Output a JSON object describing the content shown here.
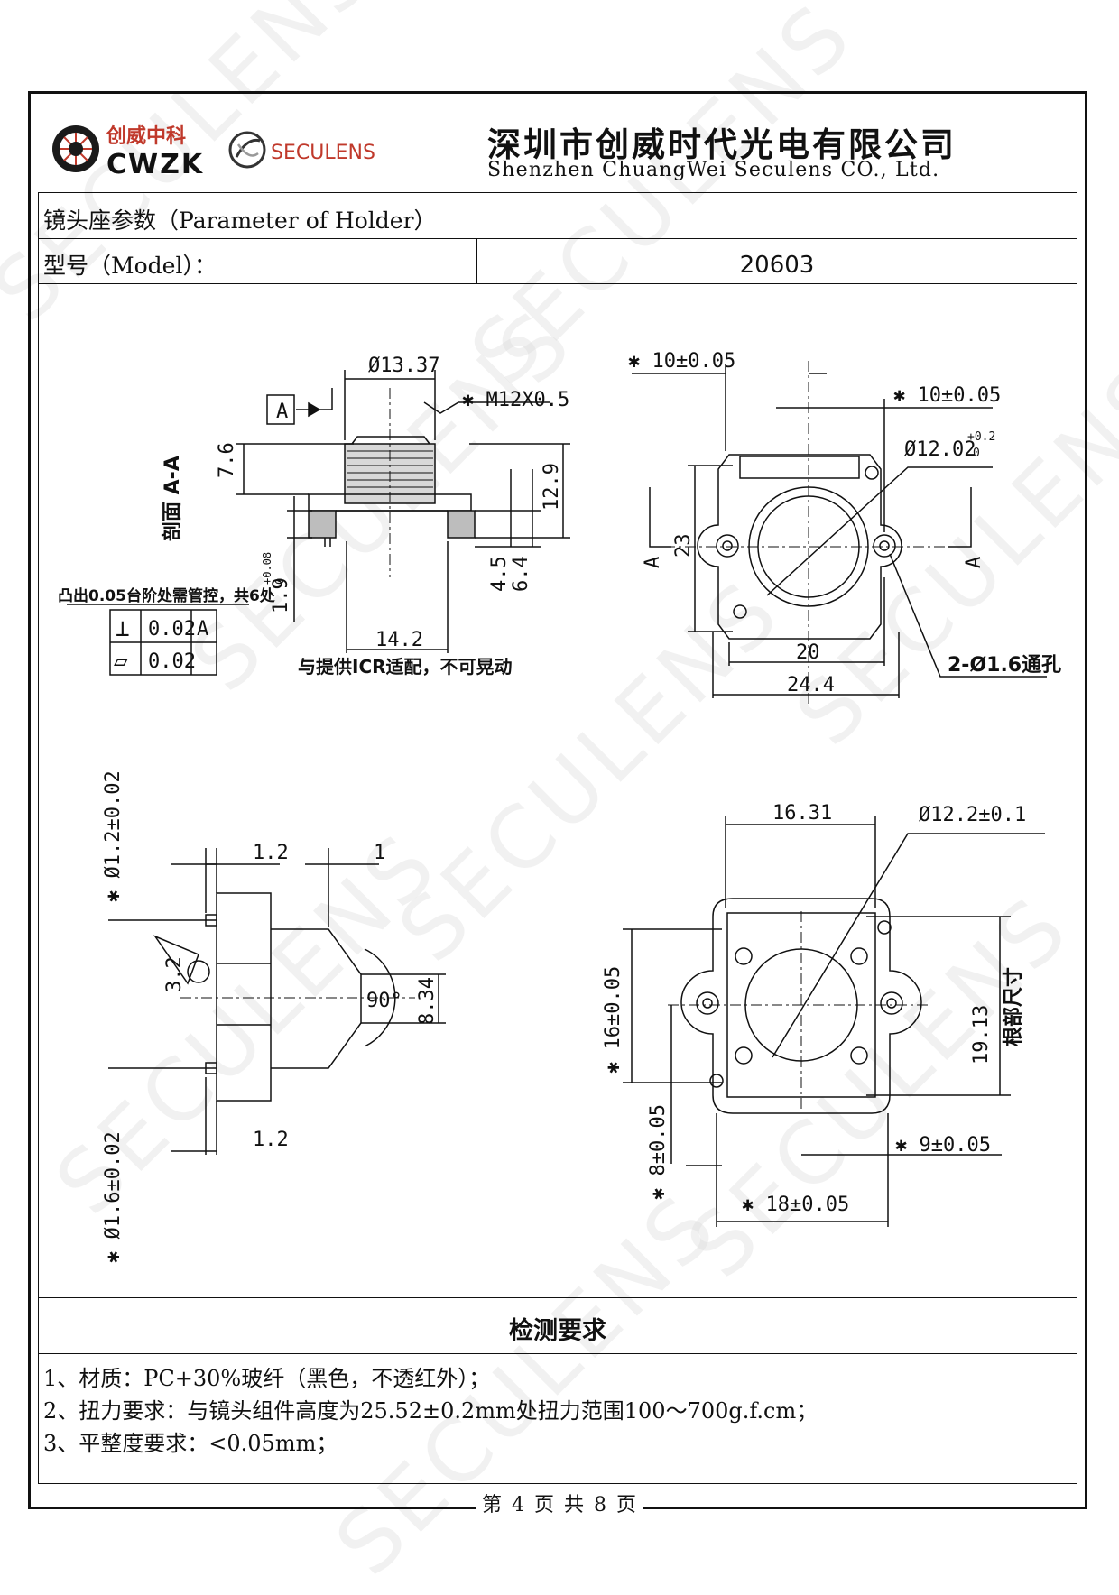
{
  "header": {
    "cwzk_cn": "创威中科",
    "cwzk_en": "CWZK",
    "seculens_brand": "SECULENS",
    "company_cn": "深圳市创威时代光电有限公司",
    "company_en": "Shenzhen ChuangWei Seculens CO., Ltd."
  },
  "rows": {
    "parameter_title": "镜头座参数（Parameter of Holder）",
    "model_label": "型号（Model）：",
    "model_value": "20603"
  },
  "drawing": {
    "section_label": "剖面 A-A",
    "datum": "A",
    "dims": {
      "d13_37": "Ø13.37",
      "m12": "✱ M12X0.5",
      "h7_6": "7.6",
      "h12_9": "12.9",
      "h4_5": "4.5",
      "h6_4": "6.4",
      "h1_9": "1.9",
      "h1_9_tol_top": "+0.08",
      "h1_9_tol_bot": "0",
      "w14_2": "14.2",
      "icr_note": "与提供ICR适配，不可晃动",
      "step_note": "凸出0.05台阶处需管控，共6处",
      "tol_perp_symbol": "⊥",
      "tol_perp_value": "0.02",
      "tol_perp_datum": "A",
      "tol_flat_symbol": "▱",
      "tol_flat_value": "0.02",
      "top_10a": "✱ 10±0.05",
      "top_10b": "✱ 10±0.05",
      "d12_02": "Ø12.02",
      "d12_02_tol_top": "+0.2",
      "d12_02_tol_bot": "0",
      "h23": "23",
      "w20": "20",
      "w24_4": "24.4",
      "holes_2": "2-Ø1.6通孔",
      "sec_a_left": "A",
      "sec_a_right": "A",
      "d1_2": "✱ Ø1.2±0.02",
      "d1_6": "✱ Ø1.6±0.02",
      "w1_2_top": "1.2",
      "w1": "1",
      "w1_2_bot": "1.2",
      "h3_2": "3.2",
      "ang90": "90°",
      "h8_34": "8.34",
      "w16_31": "16.31",
      "d12_2": "Ø12.2±0.1",
      "h16": "✱ 16±0.05",
      "h19_13": "19.13",
      "root_size": "根部尺寸",
      "h8": "✱ 8±0.05",
      "w9": "✱ 9±0.05",
      "w18": "✱ 18±0.05"
    }
  },
  "requirements": {
    "title": "检测要求",
    "items": [
      "1、材质：PC+30%玻纤（黑色，不透红外）；",
      "2、扭力要求：与镜头组件高度为25.52±0.2mm处扭力范围100～700g.f.cm；",
      "3、平整度要求：<0.05mm；"
    ]
  },
  "footer": {
    "text": "第 4 页 共 8 页"
  },
  "watermark": "SECULENS"
}
